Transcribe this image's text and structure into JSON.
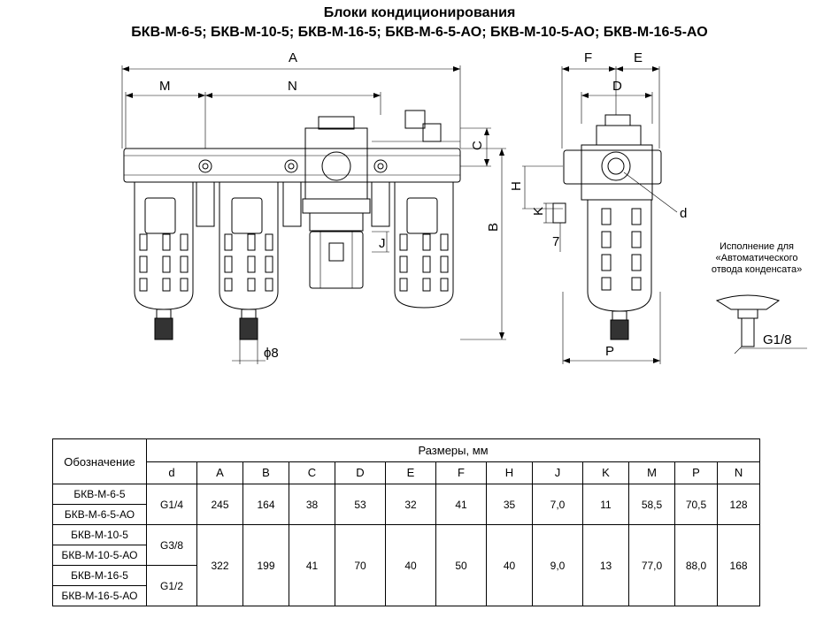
{
  "header": {
    "title": "Блоки кондиционирования",
    "subtitle": "БКВ-М-6-5; БКВ-М-10-5; БКВ-М-16-5; БКВ-М-6-5-АО; БКВ-М-10-5-АО; БКВ-М-16-5-АО"
  },
  "drawing": {
    "labels": {
      "A": "A",
      "M": "M",
      "N": "N",
      "C": "C",
      "B": "B",
      "J": "J",
      "phi8": "ϕ8",
      "F": "F",
      "E": "E",
      "D": "D",
      "H": "H",
      "K": "K",
      "seven": "7",
      "d": "d",
      "P": "P",
      "g18": "G1/8"
    },
    "note": "Исполнение для «Автоматического отвода конденсата»"
  },
  "table": {
    "designation_header": "Обозначение",
    "sizes_header": "Размеры, мм",
    "columns": [
      "d",
      "A",
      "B",
      "C",
      "D",
      "E",
      "F",
      "H",
      "J",
      "K",
      "M",
      "P",
      "N"
    ],
    "rows": [
      {
        "name": "БКВ-М-6-5"
      },
      {
        "name": "БКВ-М-6-5-АО"
      },
      {
        "name": "БКВ-М-10-5"
      },
      {
        "name": "БКВ-М-10-5-АО"
      },
      {
        "name": "БКВ-М-16-5"
      },
      {
        "name": "БКВ-М-16-5-АО"
      }
    ],
    "group1": {
      "d": "G1/4",
      "A": "245",
      "B": "164",
      "C": "38",
      "D": "53",
      "E": "32",
      "F": "41",
      "H": "35",
      "J": "7,0",
      "K": "11",
      "M": "58,5",
      "P": "70,5",
      "N": "128"
    },
    "group2": {
      "d_a": "G3/8",
      "d_b": "G1/2",
      "A": "322",
      "B": "199",
      "C": "41",
      "D": "70",
      "E": "40",
      "F": "50",
      "H": "40",
      "J": "9,0",
      "K": "13",
      "M": "77,0",
      "P": "88,0",
      "N": "168"
    }
  }
}
